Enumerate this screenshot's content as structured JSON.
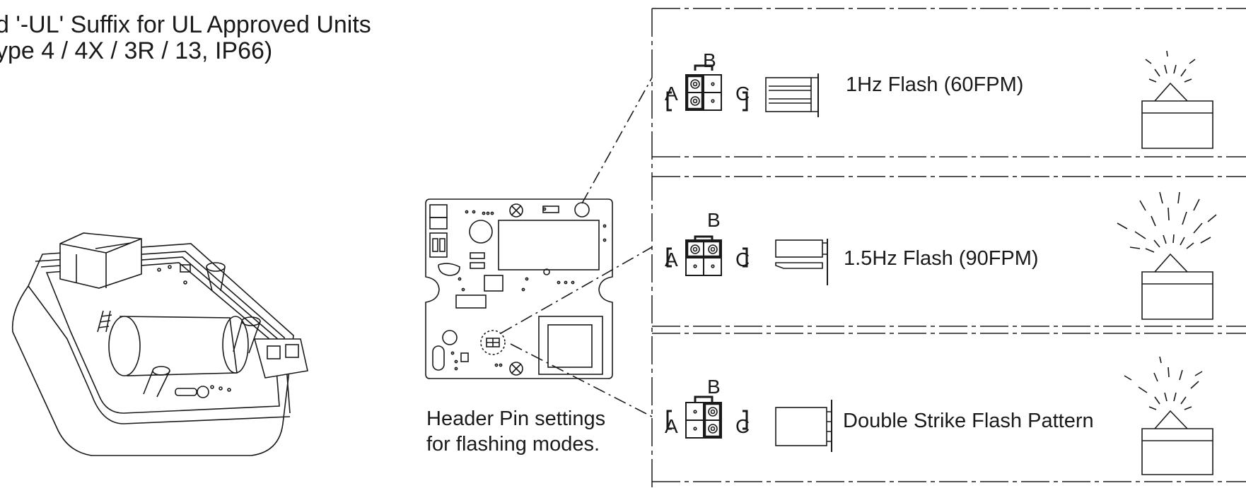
{
  "header": {
    "line1": "d '-UL' Suffix for UL Approved Units",
    "line2": "ype 4 / 4X / 3R / 13, IP66)"
  },
  "caption": {
    "line1": "Header Pin settings",
    "line2": "for flashing modes."
  },
  "pin_labels": {
    "a": "A",
    "b": "B",
    "c": "C"
  },
  "modes": [
    {
      "label": "1Hz Flash (60FPM)"
    },
    {
      "label": "1.5Hz Flash (90FPM)"
    },
    {
      "label": "Double Strike Flash Pattern"
    }
  ]
}
